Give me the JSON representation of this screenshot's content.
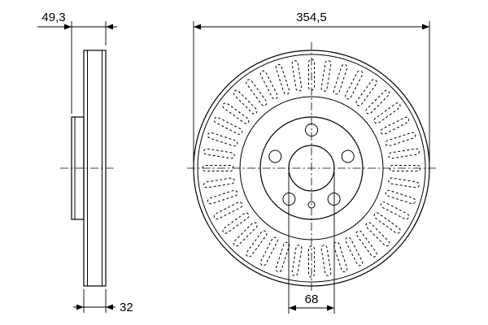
{
  "page": {
    "background": "#ffffff",
    "line_color": "#000000"
  },
  "views": {
    "front_view": {
      "vent_slot_count": 40,
      "bolt_hole_count": 5
    }
  },
  "dimensions": {
    "total_thickness": "49,3",
    "outer_diameter": "354,5",
    "disc_thickness": "32",
    "center_bore_diameter": "68"
  }
}
